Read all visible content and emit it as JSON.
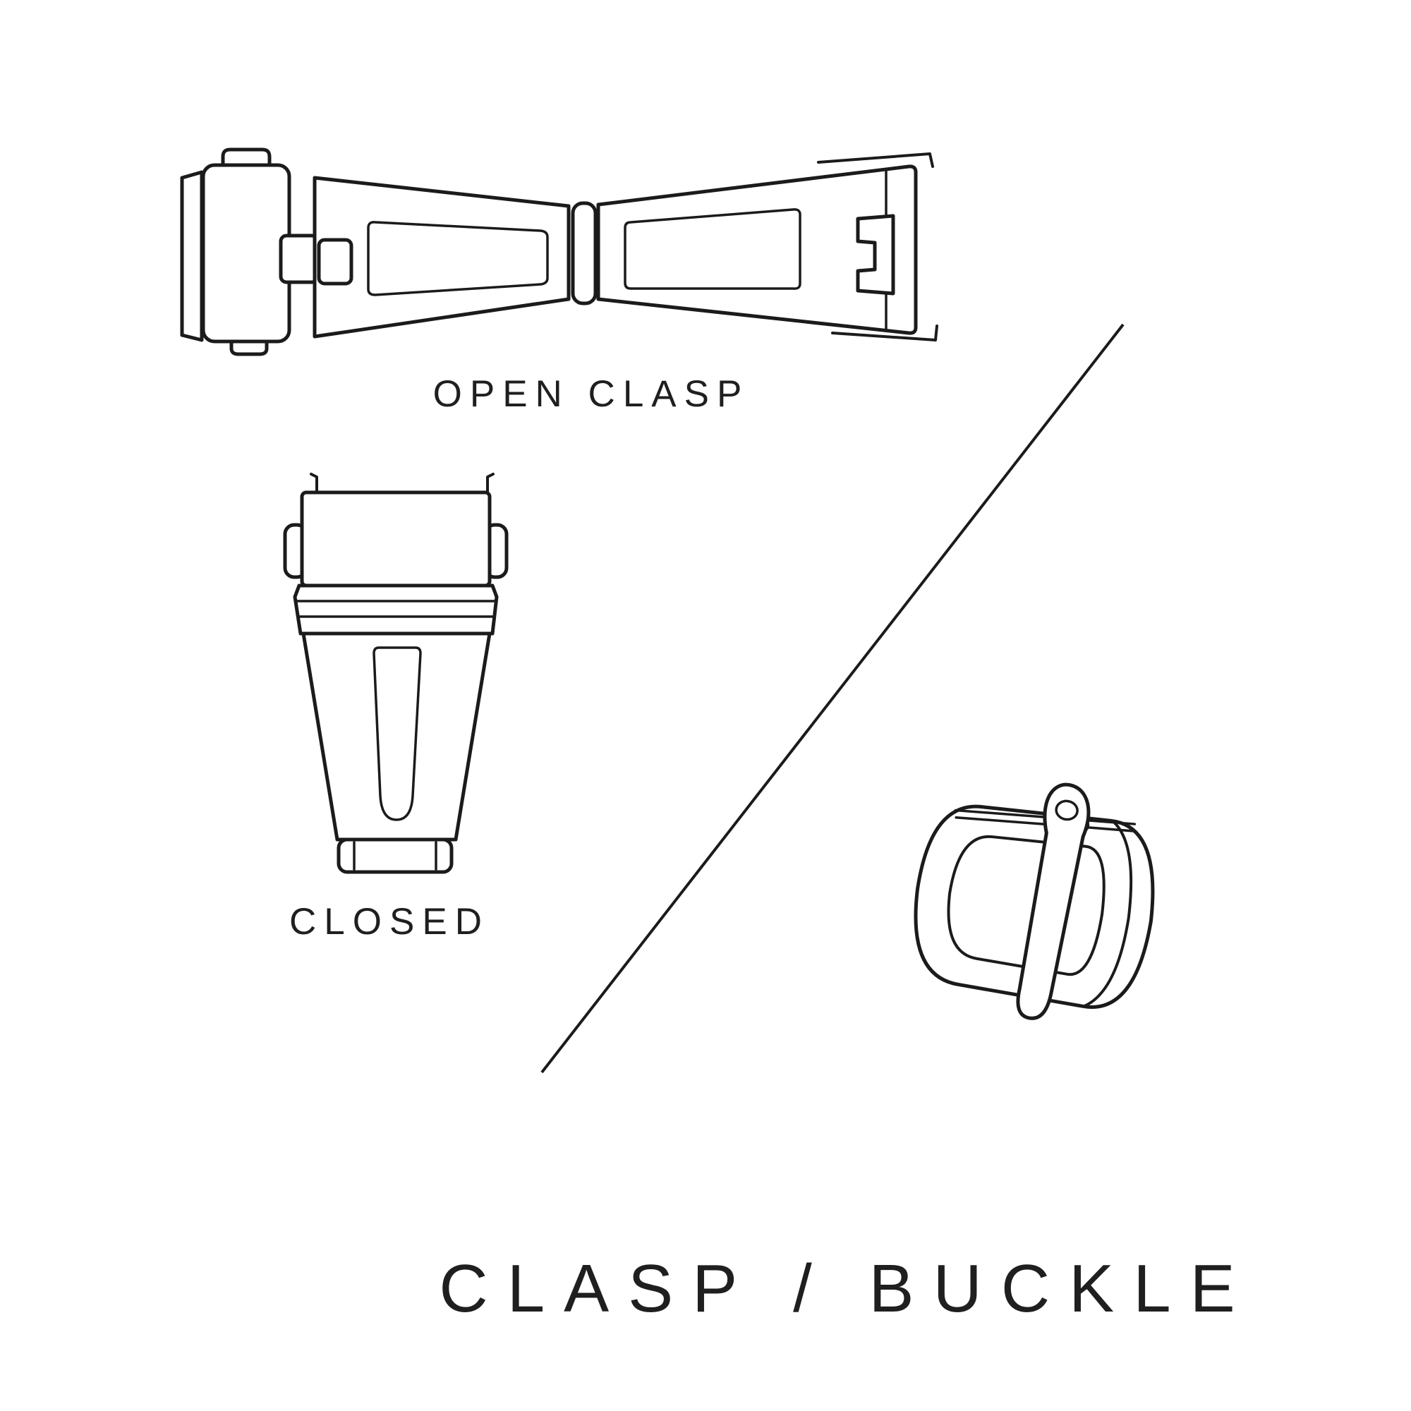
{
  "page": {
    "background_color": "#ffffff",
    "line_color": "#1b1b1b",
    "text_color": "#1f1f1f"
  },
  "diagram": {
    "open_clasp_label": "OPEN CLASP",
    "closed_label": "CLOSED",
    "title": "CLASP / BUCKLE",
    "icons": [
      "open-clasp-illustration",
      "closed-clasp-illustration",
      "buckle-illustration",
      "diagonal-divider-line"
    ]
  }
}
